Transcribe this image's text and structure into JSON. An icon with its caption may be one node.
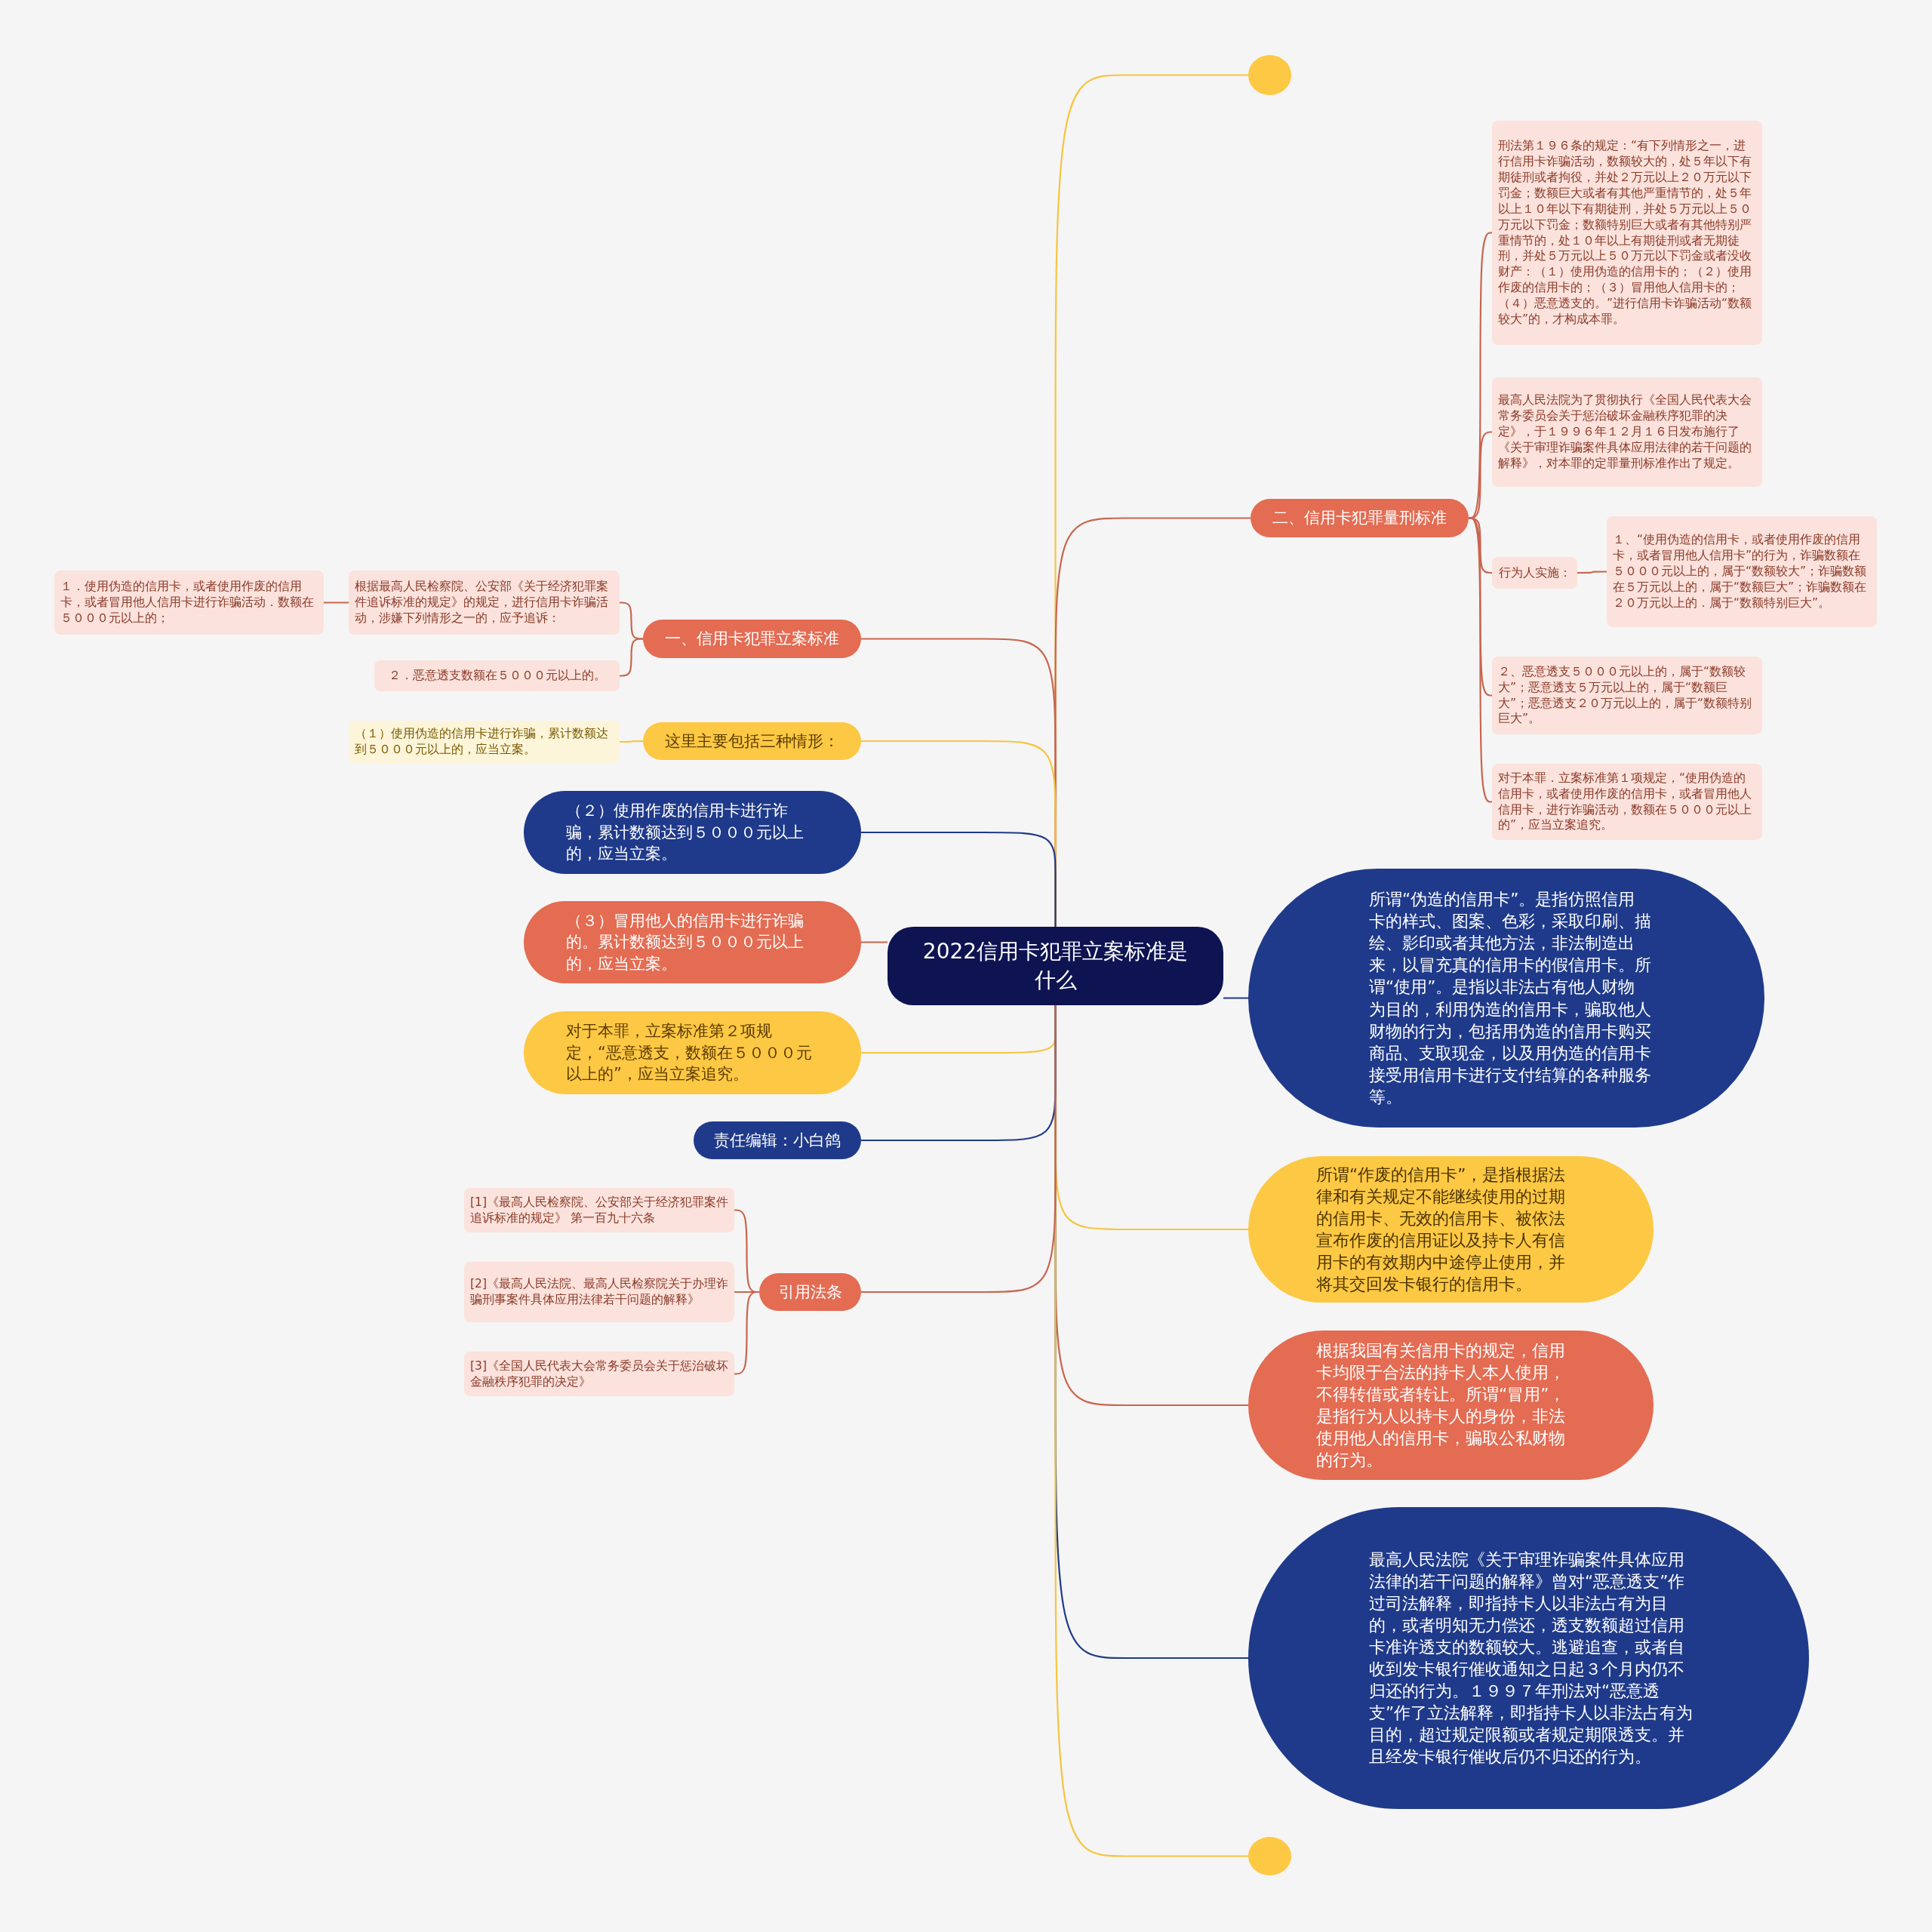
{
  "diagram": {
    "nodes": [
      {
        "text": [
          "2022信用卡犯罪立案标准是什么"
        ]
      },
      {
        "text": [],
        "shape": "circle"
      },
      {
        "text": [
          "二、信用卡犯罪量刑标准"
        ]
      },
      {
        "text": [
          "刑法第１９６条的规定：“有下列情形之一，进行信用卡诈骗活动，数额较大的，处５年以下有期徒刑或者拘役，并处２万元以上２０万元以下罚金；数额巨大或者有其他严重情节的，处５年以上１０年以下有期徒刑，并处５万元以上５０万元以下罚金；数额特别巨大或者有其他特别严重情节的，处１０年以上有期徒刑或者无期徒刑，并处５万元以上５０万元以下罚金或者没收财产：（１）使用伪造的信用卡的；（２）使用作废的信用卡的；（３）冒用他人信用卡的；（４）恶意透支的。”进行信用卡诈骗活动“数额较大”的，才构成本罪。"
        ]
      },
      {
        "text": [
          "最高人民法院为了贯彻执行《全国人民代表大会常务委员会关于惩治破坏金融秩序犯罪的决定》，于１９９６年１２月１６日发布施行了《关于审理诈骗案件具体应用法律的若干问题的解释》，对本罪的定罪量刑标准作出了规定。"
        ]
      },
      {
        "text": [
          "行为人实施："
        ]
      },
      {
        "text": [
          "１、“使用伪造的信用卡，或者使用作废的信用卡，或者冒用他人信用卡”的行为，诈骗数额在５０００元以上的，属于“数额较大”；诈骗数额在５万元以上的，属于“数额巨大”；诈骗数额在２０万元以上的．属于“数额特别巨大”。"
        ]
      },
      {
        "text": [
          "２、恶意透支５０００元以上的，属于“数额较大”；恶意透支５万元以上的，属于“数额巨大”；恶意透支２０万元以上的，属于“数额特别巨大”。"
        ]
      },
      {
        "text": [
          "对于本罪．立案标准第１项规定，“使用伪造的信用卡，或者使用作废的信用卡，或者冒用他人信用卡，进行诈骗活动，数额在５０００元以上的”，应当立案追究。"
        ]
      },
      {
        "text": [
          "所谓“伪造的信用卡”。是指仿照信用卡的样式、图案、色彩，采取印刷、描绘、影印或者其他方法，非法制造出来，以冒充真的信用卡的假信用卡。所谓“使用”。是指以非法占有他人财物为目的，利用伪造的信用卡，骗取他人财物的行为，包括用伪造的信用卡购买商品、支取现金，以及用伪造的信用卡接受用信用卡进行支付结算的各种服务等。"
        ]
      },
      {
        "text": [
          "所谓“作废的信用卡”，是指根据法律和有关规定不能继续使用的过期的信用卡、无效的信用卡、被依法宣布作废的信用证以及持卡人有信用卡的有效期内中途停止使用，并将其交回发卡银行的信用卡。"
        ]
      },
      {
        "text": [
          "根据我国有关信用卡的规定，信用卡均限于合法的持卡人本人使用，不得转借或者转让。所谓“冒用”，是指行为人以持卡人的身份，非法使用他人的信用卡，骗取公私财物的行为。"
        ]
      },
      {
        "text": [
          "最高人民法院《关于审理诈骗案件具体应用法律的若干问题的解释》曾对“恶意透支”作过司法解释，即指持卡人以非法占有为目的，或者明知无力偿还，透支数额超过信用卡准许透支的数额较大。逃避追查，或者自收到发卡银行催收通知之日起３个月内仍不归还的行为。１９９７年刑法对“恶意透支”作了立法解释，即指持卡人以非法占有为目的，超过规定限额或者规定期限透支。并且经发卡银行催收后仍不归还的行为。"
        ]
      },
      {
        "text": [],
        "shape": "circle"
      },
      {
        "text": [
          "一、信用卡犯罪立案标准"
        ]
      },
      {
        "text": [
          "根据最高人民检察院、公安部《关于经济犯罪案件追诉标准的规定》的规定，进行信用卡诈骗活动，涉嫌下列情形之一的，应予追诉："
        ]
      },
      {
        "text": [
          "１．使用伪造的信用卡，或者使用作废的信用卡，或者冒用他人信用卡进行诈骗活动．数额在５０００元以上的；"
        ]
      },
      {
        "text": [
          "２．恶意透支数额在５０００元以上的。"
        ]
      },
      {
        "text": [
          "这里主要包括三种情形："
        ]
      },
      {
        "text": [
          "（１）使用伪造的信用卡进行诈骗，累计数额达到５０００元以上的，应当立案。"
        ]
      },
      {
        "text": [
          "（２）使用作废的信用卡进行诈骗，累计数额达到５０００元以上的，应当立案。"
        ]
      },
      {
        "text": [
          "（３）冒用他人的信用卡进行诈骗的。累计数额达到５０００元以上的，应当立案。"
        ]
      },
      {
        "text": [
          "对于本罪，立案标准第２项规定，“恶意透支，数额在５０００元以上的”，应当立案追究。"
        ]
      },
      {
        "text": [
          "责任编辑：小白鸽"
        ]
      },
      {
        "text": [
          "引用法条"
        ]
      },
      {
        "text": [
          "[1]《最高人民检察院、公安部关于经济犯罪案件追诉标准的规定》 第一百九十六条"
        ]
      },
      {
        "text": [
          "[2]《最高人民法院、最高人民检察院关于办理诈骗刑事案件具体应用法律若干问题的解释》"
        ]
      },
      {
        "text": [
          "[3]《全国人民代表大会常务委员会关于惩治破坏金融秩序犯罪的决定》"
        ]
      }
    ],
    "edges": [
      {
        "from": 0,
        "to": 1,
        "arrow": "none",
        "color": "#f5c542"
      },
      {
        "from": 0,
        "to": 2,
        "arrow": "none"
      },
      {
        "from": 2,
        "to": 3,
        "arrow": "none"
      },
      {
        "from": 2,
        "to": 4,
        "arrow": "none"
      },
      {
        "from": 2,
        "to": 5,
        "arrow": "none"
      },
      {
        "from": 5,
        "to": 6,
        "arrow": "none"
      },
      {
        "from": 2,
        "to": 7,
        "arrow": "none"
      },
      {
        "from": 2,
        "to": 8,
        "arrow": "none"
      },
      {
        "from": 0,
        "to": 9,
        "arrow": "none",
        "color": "#1f3a8a"
      },
      {
        "from": 0,
        "to": 10,
        "arrow": "none",
        "color": "#f5c542"
      },
      {
        "from": 0,
        "to": 11,
        "arrow": "none"
      },
      {
        "from": 0,
        "to": 12,
        "arrow": "none",
        "color": "#1f3a8a"
      },
      {
        "from": 0,
        "to": 13,
        "arrow": "none",
        "color": "#f5c542"
      },
      {
        "from": 0,
        "to": 14,
        "arrow": "none"
      },
      {
        "from": 14,
        "to": 15,
        "arrow": "none"
      },
      {
        "from": 15,
        "to": 16,
        "arrow": "none"
      },
      {
        "from": 14,
        "to": 17,
        "arrow": "none"
      },
      {
        "from": 0,
        "to": 18,
        "arrow": "none",
        "color": "#f5c542"
      },
      {
        "from": 18,
        "to": 19,
        "arrow": "none",
        "color": "#f5c542"
      },
      {
        "from": 0,
        "to": 20,
        "arrow": "none",
        "color": "#1f3a8a"
      },
      {
        "from": 0,
        "to": 21,
        "arrow": "none"
      },
      {
        "from": 0,
        "to": 22,
        "arrow": "none",
        "color": "#f5c542"
      },
      {
        "from": 0,
        "to": 23,
        "arrow": "none",
        "color": "#1f3a8a"
      },
      {
        "from": 0,
        "to": 24,
        "arrow": "none"
      },
      {
        "from": 24,
        "to": 25,
        "arrow": "none"
      },
      {
        "from": 24,
        "to": 26,
        "arrow": "none"
      },
      {
        "from": 24,
        "to": 27,
        "arrow": "none"
      }
    ]
  }
}
